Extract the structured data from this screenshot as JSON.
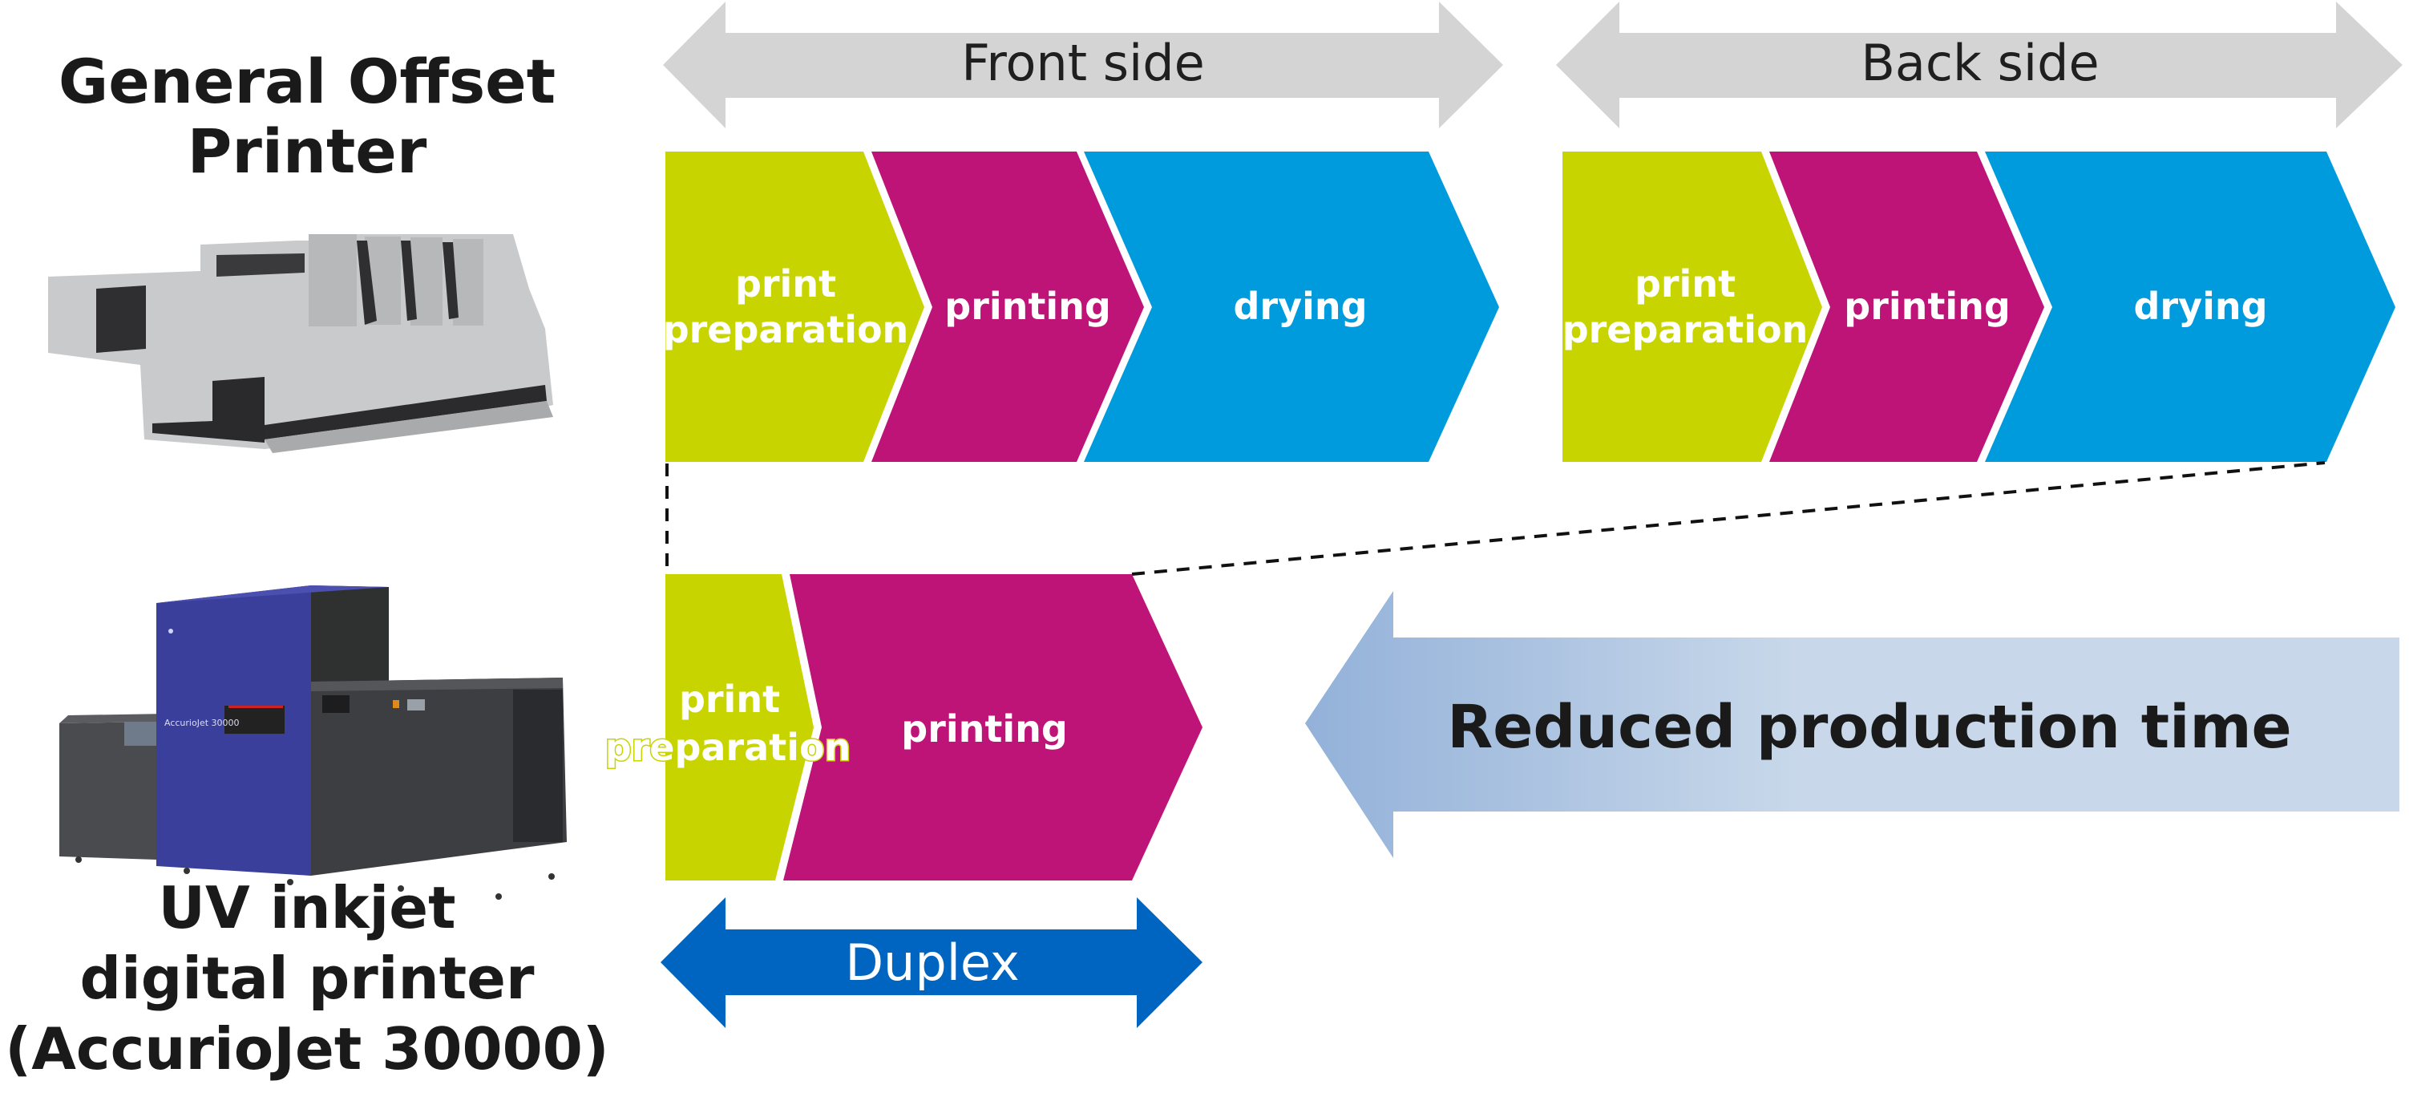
{
  "colors": {
    "prep": "#c8d400",
    "printing": "#be1478",
    "drying": "#009bdc",
    "band_arrow": "#d4d4d4",
    "duplex_arrow": "#0064c1",
    "reduced_arrow_start": "#93b1d9",
    "reduced_arrow_end": "#c8d8ea"
  },
  "offset_printer": {
    "title_line1": "General Offset",
    "title_line2": "Printer",
    "image": "offset-printer-illustration"
  },
  "inkjet_printer": {
    "title_line1": "UV inkjet",
    "title_line2": "digital printer",
    "title_line3": "(AccurioJet 30000)",
    "image": "accuriojet-30000-photo",
    "brand_label": "AccurioJet 30000"
  },
  "front_side": {
    "label": "Front side",
    "steps": [
      {
        "line1": "print",
        "line2": "preparation"
      },
      {
        "line1": "printing"
      },
      {
        "line1": "drying"
      }
    ]
  },
  "back_side": {
    "label": "Back side",
    "steps": [
      {
        "line1": "print",
        "line2": "preparation"
      },
      {
        "line1": "printing"
      },
      {
        "line1": "drying"
      }
    ]
  },
  "inkjet_flow": {
    "steps": [
      {
        "line1": "print",
        "line2": "preparation"
      },
      {
        "line1": "printing"
      }
    ],
    "duplex_label": "Duplex"
  },
  "reduced_label": "Reduced production time"
}
